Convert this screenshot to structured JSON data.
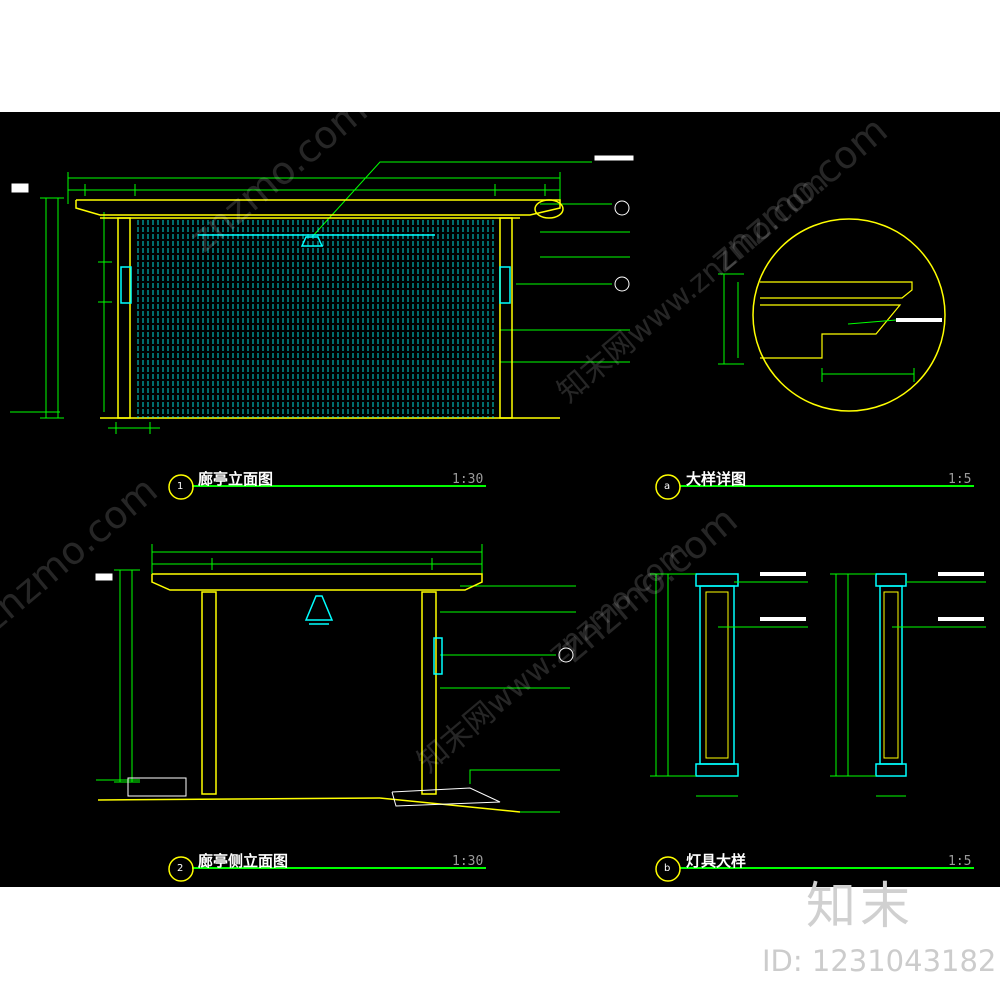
{
  "colors": {
    "background": "#000000",
    "yellow": "#ffff00",
    "green": "#00ff00",
    "cyan": "#00ffff",
    "white": "#ffffff",
    "gray": "#9a9a9a"
  },
  "drawings": [
    {
      "number": "1",
      "title": "廊亭立面图",
      "scale": "1:30"
    },
    {
      "number": "a",
      "title": "大样详图",
      "scale": "1:5"
    },
    {
      "number": "2",
      "title": "廊亭侧立面图",
      "scale": "1:30"
    },
    {
      "number": "b",
      "title": "灯具大样",
      "scale": "1:5"
    }
  ],
  "watermark": {
    "text": "znzmo.com",
    "cn_text": "知末网www.znzmo.com"
  },
  "logo": {
    "text": "知末"
  },
  "id_label": "ID: 1231043182"
}
